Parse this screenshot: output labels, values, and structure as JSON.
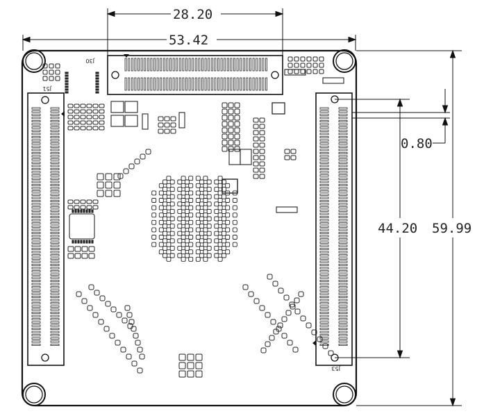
{
  "dimensions": {
    "header_spacing": "28.20",
    "board_width": "53.42",
    "pin_pitch": "0.80",
    "connector_span": "44.20",
    "board_height": "59.99"
  },
  "silkscreen": {
    "top_connector": "J30",
    "left_connector": "J51",
    "right_connector": "J53"
  }
}
